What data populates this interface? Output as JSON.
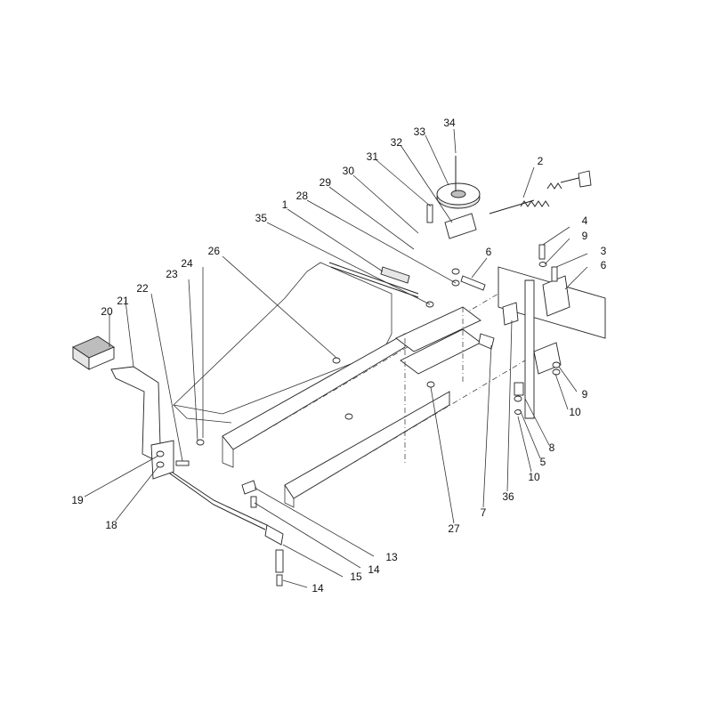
{
  "labels": {
    "l1": "1",
    "l2": "2",
    "l3": "3",
    "l4": "4",
    "l5": "5",
    "l6a": "6",
    "l6b": "6",
    "l7": "7",
    "l8": "8",
    "l9a": "9",
    "l9b": "9",
    "l10a": "10",
    "l10b": "10",
    "l13": "13",
    "l14a": "14",
    "l14b": "14",
    "l15": "15",
    "l18": "18",
    "l19": "19",
    "l20": "20",
    "l21": "21",
    "l22": "22",
    "l23": "23",
    "l24": "24",
    "l26": "26",
    "l27": "27",
    "l28": "28",
    "l29": "29",
    "l30": "30",
    "l31": "31",
    "l32": "32",
    "l33": "33",
    "l34": "34",
    "l35": "35",
    "l36": "36"
  }
}
